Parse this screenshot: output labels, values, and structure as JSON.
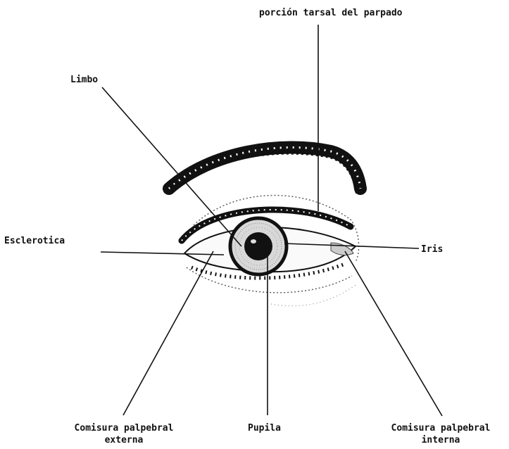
{
  "labels": {
    "tarsal": "porción tarsal del parpado",
    "limbo": "Limbo",
    "esclerotica": "Esclerotica",
    "iris": "Iris",
    "comisura_externa": {
      "line1": "Comisura palpebral",
      "line2": "externa"
    },
    "pupila": "Pupila",
    "comisura_interna": {
      "line1": "Comisura palpebral",
      "line2": "interna"
    }
  }
}
